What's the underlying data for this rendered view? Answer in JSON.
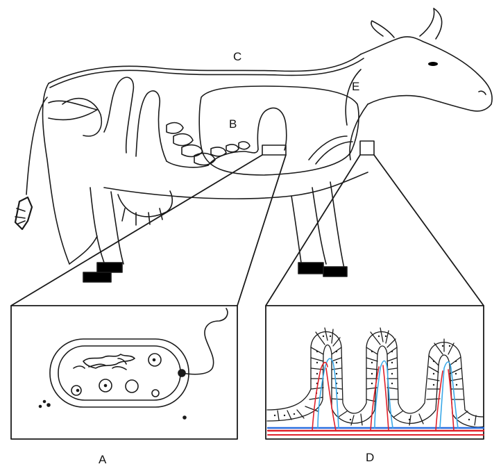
{
  "labels": {
    "a": "A",
    "b": "B",
    "c": "C",
    "d": "D",
    "e": "E"
  },
  "colors": {
    "outline": "#1a1a1a",
    "hoof": "#000000",
    "vein": "#e0202a",
    "artery": "#2a6fe0",
    "capillary_light": "#39a8e8"
  },
  "icons": {
    "animal": "cow-outline",
    "microbe": "bacterium-cell",
    "tissue": "intestinal-villi"
  }
}
